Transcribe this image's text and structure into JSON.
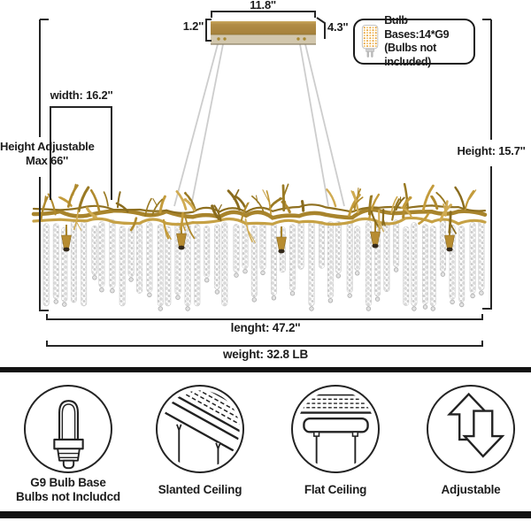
{
  "title": "chandelier-dimensions-diagram",
  "dimensions": {
    "canopy_length": "11.8''",
    "canopy_height": "1.2''",
    "canopy_depth": "4.3''",
    "width": "width: 16.2''",
    "height_adjustable_1": "Height Adjustable",
    "height_adjustable_2": "Max 66''",
    "fixture_height": "Height: 15.7''",
    "length": "lenght: 47.2''",
    "weight": "weight: 32.8 LB"
  },
  "callout": {
    "icon": "g9-led-bulb-icon",
    "line1": "Bulb Bases:14*G9",
    "line2": "(Bulbs not included)"
  },
  "features": [
    {
      "icon": "g9-bulb-base-icon",
      "label1": "G9 Bulb Base",
      "label2": "Bulbs not Includcd"
    },
    {
      "icon": "slanted-ceiling-icon",
      "label1": "Slanted Ceiling",
      "label2": ""
    },
    {
      "icon": "flat-ceiling-icon",
      "label1": "Flat Ceiling",
      "label2": ""
    },
    {
      "icon": "adjustable-icon",
      "label1": "Adjustable",
      "label2": ""
    }
  ],
  "colors": {
    "gold": "#b58c33",
    "crystal": "#d9d9d9",
    "line": "#242424"
  }
}
